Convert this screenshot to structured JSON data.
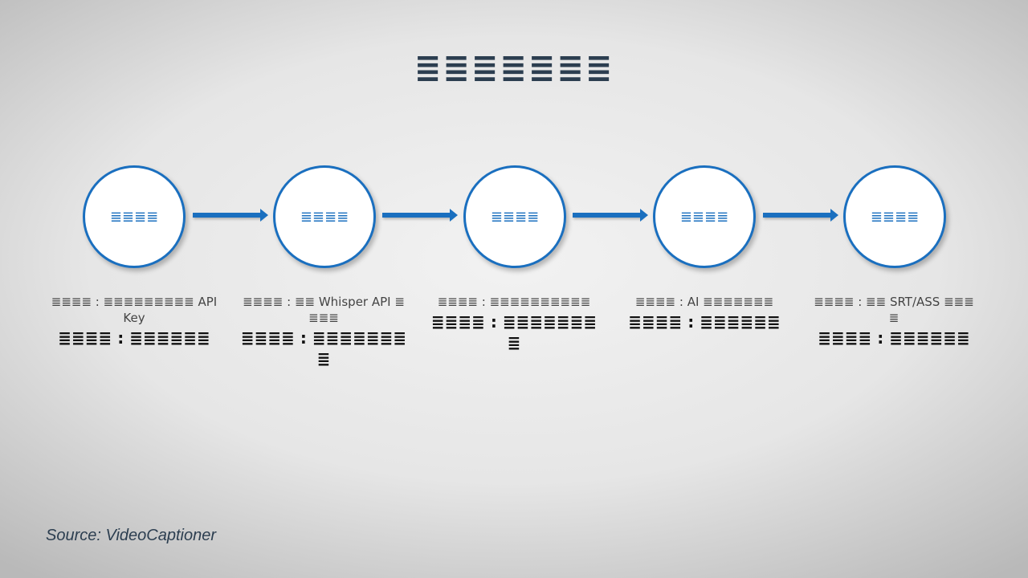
{
  "title": "≣≣≣≣≣≣≣",
  "steps": [
    {
      "circle": "≣≣≣≣",
      "desc": "≣≣≣≣ : ≣≣≣≣≣≣≣≣≣ API Key",
      "detail": "≣≣≣≣ : ≣≣≣≣≣≣"
    },
    {
      "circle": "≣≣≣≣",
      "desc": "≣≣≣≣ : ≣≣ Whisper API ≣ ≣≣≣",
      "detail": "≣≣≣≣ : ≣≣≣≣≣≣≣ ≣"
    },
    {
      "circle": "≣≣≣≣",
      "desc": "≣≣≣≣ : ≣≣≣≣≣≣≣≣≣≣",
      "detail": "≣≣≣≣ : ≣≣≣≣≣≣≣ ≣"
    },
    {
      "circle": "≣≣≣≣",
      "desc": "≣≣≣≣ : AI ≣≣≣≣≣≣≣",
      "detail": "≣≣≣≣ : ≣≣≣≣≣≣"
    },
    {
      "circle": "≣≣≣≣",
      "desc": "≣≣≣≣ : ≣≣ SRT/ASS ≣≣≣ ≣",
      "detail": "≣≣≣≣ : ≣≣≣≣≣≣"
    }
  ],
  "source": "Source: VideoCaptioner",
  "colors": {
    "accent": "#1a6fbf",
    "title": "#2c3e50"
  }
}
